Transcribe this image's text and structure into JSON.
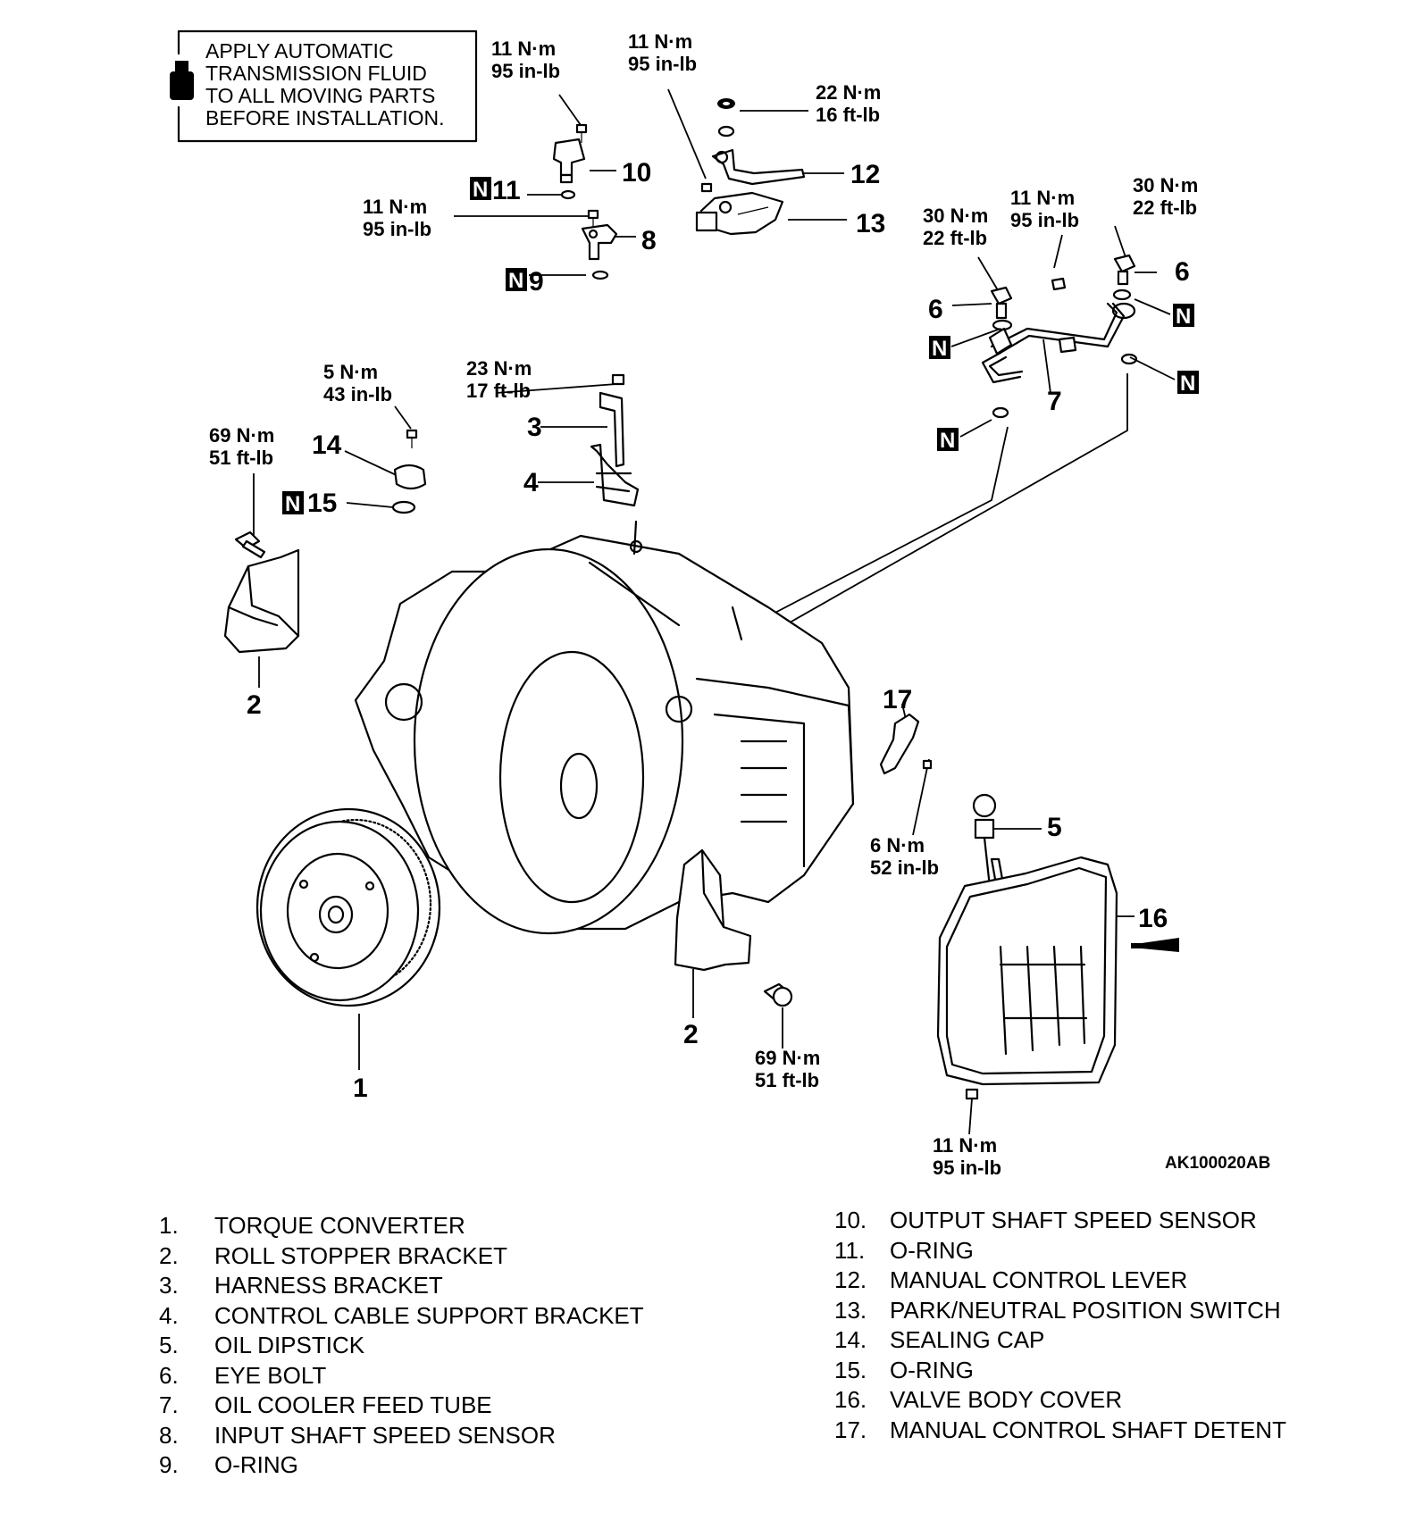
{
  "note": {
    "lines": [
      "APPLY AUTOMATIC",
      "TRANSMISSION FLUID",
      "TO ALL MOVING PARTS",
      "BEFORE INSTALLATION."
    ]
  },
  "figure_code": "AK100020AB",
  "new_part_marker": "N",
  "torque_specs": {
    "t1": [
      "11 N·m",
      "95 in-lb"
    ],
    "t2": [
      "11 N·m",
      "95 in-lb"
    ],
    "t3": [
      "22 N·m",
      "16 ft-lb"
    ],
    "t4": [
      "11 N·m",
      "95 in-lb"
    ],
    "t5": [
      "30 N·m",
      "22 ft-lb"
    ],
    "t6": [
      "11 N·m",
      "95 in-lb"
    ],
    "t7": [
      "30 N·m",
      "22 ft-lb"
    ],
    "t8": [
      "5 N·m",
      "43 in-lb"
    ],
    "t9": [
      "23 N·m",
      "17 ft-lb"
    ],
    "t10": [
      "69 N·m",
      "51 ft-lb"
    ],
    "t11": [
      "6 N·m",
      "52 in-lb"
    ],
    "t12": [
      "69 N·m",
      "51 ft-lb"
    ],
    "t13": [
      "11 N·m",
      "95 in-lb"
    ]
  },
  "callouts": {
    "c1": "1",
    "c2a": "2",
    "c2b": "2",
    "c3": "3",
    "c4": "4",
    "c5": "5",
    "c6a": "6",
    "c6b": "6",
    "c7": "7",
    "c8": "8",
    "c9": "9",
    "c10": "10",
    "c11": "11",
    "c12": "12",
    "c13": "13",
    "c14": "14",
    "c15": "15",
    "c16": "16",
    "c17": "17"
  },
  "legend": {
    "left": [
      {
        "num": "1.",
        "label": "TORQUE CONVERTER"
      },
      {
        "num": "2.",
        "label": "ROLL STOPPER BRACKET"
      },
      {
        "num": "3.",
        "label": "HARNESS BRACKET"
      },
      {
        "num": "4.",
        "label": "CONTROL CABLE SUPPORT BRACKET"
      },
      {
        "num": "5.",
        "label": "OIL DIPSTICK"
      },
      {
        "num": "6.",
        "label": "EYE BOLT"
      },
      {
        "num": "7.",
        "label": "OIL COOLER FEED TUBE"
      },
      {
        "num": "8.",
        "label": "INPUT SHAFT SPEED SENSOR"
      },
      {
        "num": "9.",
        "label": "O-RING"
      }
    ],
    "right": [
      {
        "num": "10.",
        "label": "OUTPUT SHAFT SPEED SENSOR"
      },
      {
        "num": "11.",
        "label": "O-RING"
      },
      {
        "num": "12.",
        "label": "MANUAL CONTROL LEVER"
      },
      {
        "num": "13.",
        "label": "PARK/NEUTRAL POSITION SWITCH"
      },
      {
        "num": "14.",
        "label": "SEALING CAP"
      },
      {
        "num": "15.",
        "label": "O-RING"
      },
      {
        "num": "16.",
        "label": "VALVE BODY COVER"
      },
      {
        "num": "17.",
        "label": "MANUAL CONTROL SHAFT DETENT"
      }
    ]
  }
}
